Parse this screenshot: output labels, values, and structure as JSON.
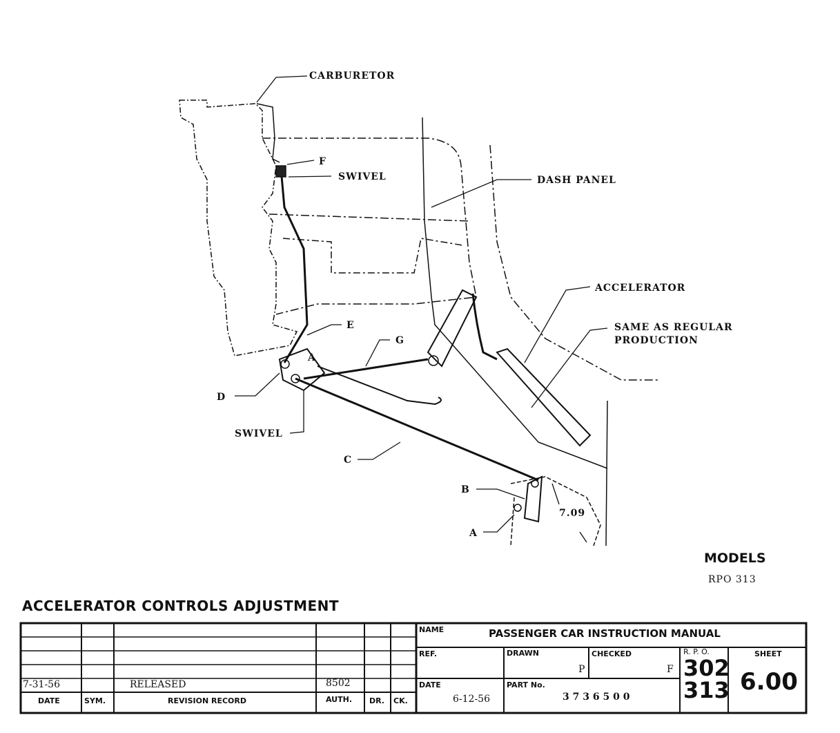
{
  "drawing": {
    "labels": {
      "carburetor": "CARBURETOR",
      "f": "F",
      "swivel_top": "SWIVEL",
      "dash_panel": "DASH PANEL",
      "accelerator": "ACCELERATOR",
      "same_as_1": "SAME AS REGULAR",
      "same_as_2": "PRODUCTION",
      "e": "E",
      "g": "G",
      "d": "D",
      "swivel_bottom": "SWIVEL",
      "c": "C",
      "b": "B",
      "a": "A",
      "a_upper": "A",
      "dimension": "7.09"
    }
  },
  "models": {
    "heading": "MODELS",
    "rpo": "RPO 313"
  },
  "title": "ACCELERATOR CONTROLS ADJUSTMENT",
  "revision_record": {
    "headers": {
      "date": "DATE",
      "sym": "SYM.",
      "record": "REVISION RECORD",
      "auth": "AUTH.",
      "dr": "DR.",
      "ck": "CK."
    },
    "entry": {
      "date": "7-31-56",
      "record": "RELEASED",
      "auth": "8502"
    }
  },
  "title_block": {
    "name_label": "NAME",
    "name": "PASSENGER CAR INSTRUCTION MANUAL",
    "ref_label": "REF.",
    "drawn_label": "DRAWN",
    "drawn": "P",
    "checked_label": "CHECKED",
    "checked": "F",
    "rpo_label": "R. P. O.",
    "rpo_1": "302",
    "rpo_2": "313",
    "sheet_label": "SHEET",
    "sheet": "6.00",
    "date_label": "DATE",
    "date": "6-12-56",
    "part_label": "PART No.",
    "part": "3 7 3 6 5 0 0"
  }
}
